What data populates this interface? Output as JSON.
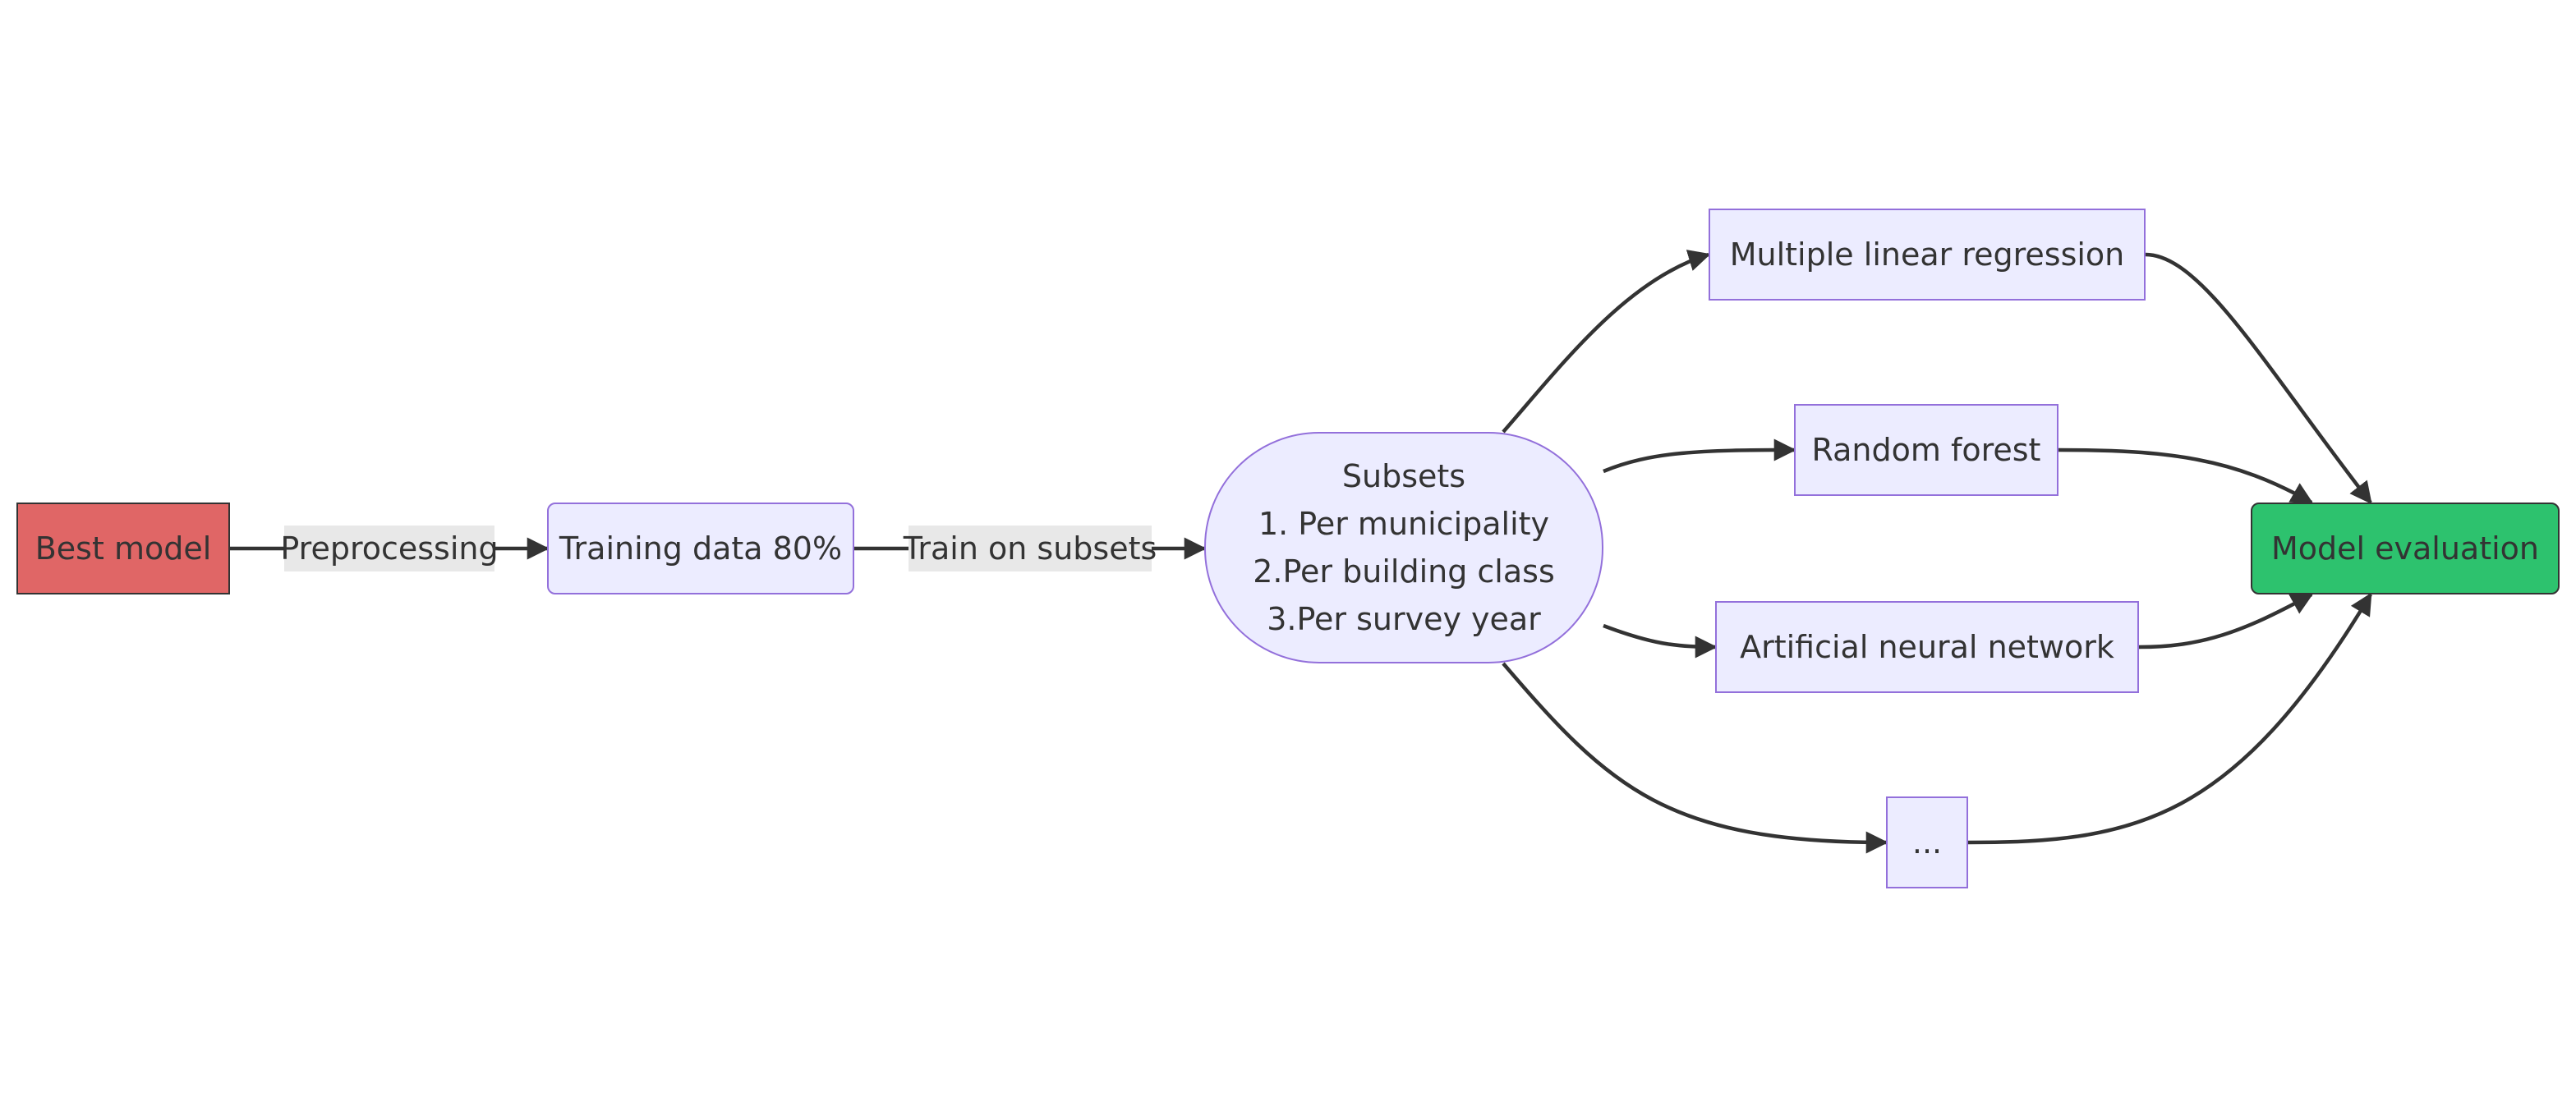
{
  "nodes": {
    "best_model": {
      "label": "Best model",
      "fill": "#e06666"
    },
    "training_data": {
      "label": "Training data 80%"
    },
    "subsets": {
      "lines": [
        "Subsets",
        "1. Per municipality",
        "2.Per building class",
        "3.Per survey year"
      ]
    },
    "mlr": {
      "label": "Multiple linear regression"
    },
    "random_forest": {
      "label": "Random forest"
    },
    "ann": {
      "label": "Artificial neural network"
    },
    "ellipsis": {
      "label": "..."
    },
    "model_evaluation": {
      "label": "Model evaluation",
      "fill": "#2dc26e"
    }
  },
  "edge_labels": {
    "preprocessing": "Preprocessing",
    "train_on_subsets": "Train on subsets"
  },
  "colors": {
    "node_fill": "#ececff",
    "node_stroke": "#9370db",
    "edge": "#333333",
    "edge_label_bg": "#e8e8e8"
  }
}
